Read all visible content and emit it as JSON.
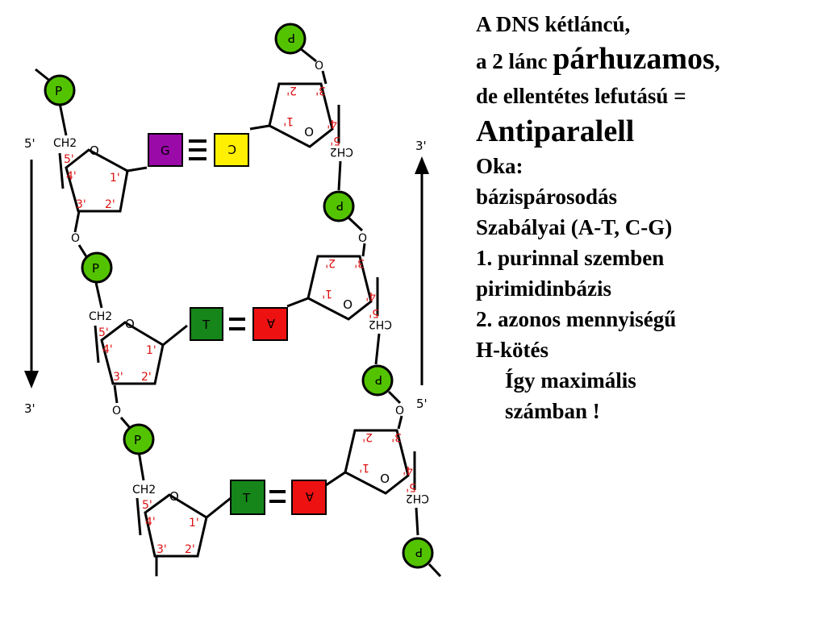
{
  "diagram": {
    "labels": {
      "left_top": "5'",
      "left_bottom": "3'",
      "right_top": "3'",
      "right_bottom": "5'",
      "phosphate": "P",
      "oxygen": "O",
      "ch2": "CH2",
      "c5": "5'",
      "c4": "4'",
      "c3": "3'",
      "c2": "2'",
      "c1": "1'"
    },
    "pairs": [
      {
        "left": "G",
        "right": "C",
        "left_color": "#9a0aa8",
        "right_color": "#ffef00",
        "bonds": 3
      },
      {
        "left": "T",
        "right": "A",
        "left_color": "#16861a",
        "right_color": "#ee1111",
        "bonds": 2
      },
      {
        "left": "T",
        "right": "A",
        "left_color": "#16861a",
        "right_color": "#ee1111",
        "bonds": 2
      }
    ],
    "colors": {
      "phosphate": "#53c300",
      "carbon_label": "#dd1010"
    }
  },
  "text": {
    "line1": "A DNS kétláncú,",
    "line2_a": "a 2 lánc",
    "line2_b": "párhuzamos",
    "line2_c": ",",
    "line3": "de ellentétes lefutású =",
    "line4": "Antiparalell",
    "line5": "Oka:",
    "line6": "bázispárosodás",
    "line7": "Szabályai (A-T, C-G)",
    "line8": "1. purinnal szemben",
    "line9": "pirimidinbázis",
    "line10": "2. azonos mennyiségű",
    "line11": "H-kötés",
    "line12": "Így maximális",
    "line13": "számban !"
  }
}
